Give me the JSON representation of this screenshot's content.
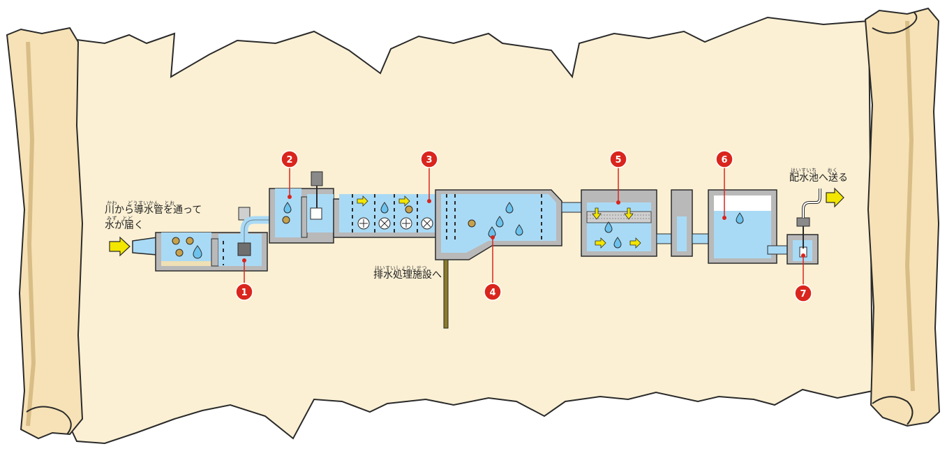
{
  "labels": {
    "intake_line1": "川から導水管を通って",
    "intake_line1_ruby": "かわ　　どうすいかん　とお",
    "intake_line2": "水が届く",
    "intake_line2_ruby": "みず　とど",
    "drainage": "排水処理施設へ",
    "drainage_ruby": "はいすいしょりしせつ",
    "delivery": "配水池へ送る",
    "delivery_ruby": "はいすいち　　おく"
  },
  "markers": [
    "1",
    "2",
    "3",
    "4",
    "5",
    "6",
    "7"
  ],
  "colors": {
    "scroll_paper": "#fbf0d4",
    "scroll_shadow": "#e9d2a6",
    "outline": "#2a2a2a",
    "wall": "#b9b9b9",
    "water": "#a9daf5",
    "water_dark": "#6cc2ec",
    "marker": "#d9251d",
    "arrow": "#f3e600",
    "drain_pipe": "#8c7a2a"
  }
}
